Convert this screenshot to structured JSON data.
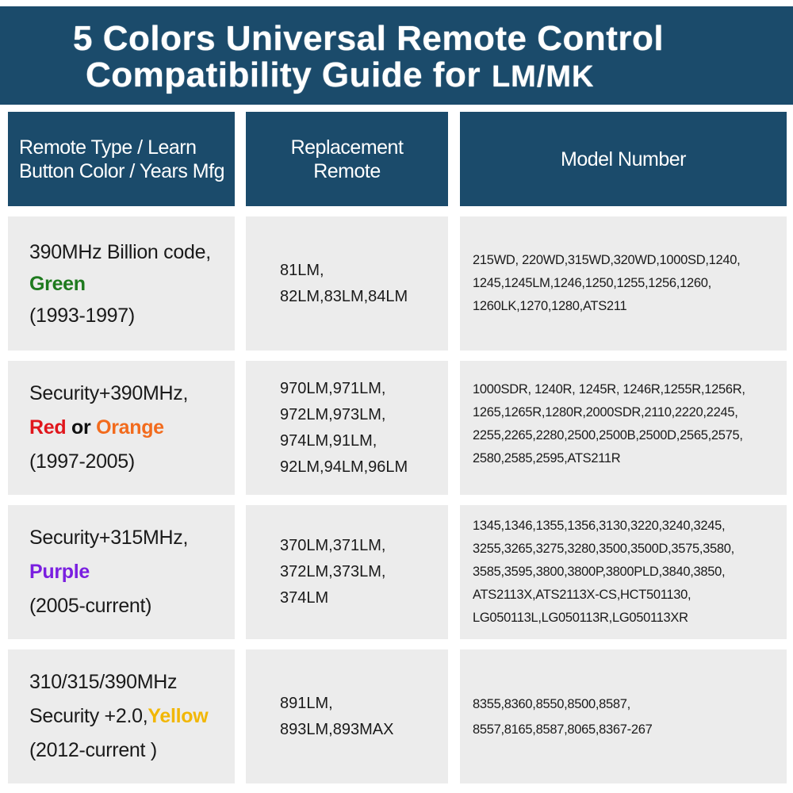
{
  "banner": {
    "line1": "5 Colors Universal Remote Control",
    "line2": "Compatibility Guide for",
    "brand": "LM/MK"
  },
  "table": {
    "headers": {
      "type_line1": "Remote Type / Learn",
      "type_line2": "Button Color / Years Mfg",
      "replacement_line1": "Replacement",
      "replacement_line2": "Remote",
      "model": "Model Number"
    },
    "colors": {
      "header_bg": "#1b4b6b",
      "cell_bg": "#ececec",
      "green": "#1e7a1e",
      "red": "#e0161c",
      "orange": "#f26b1d",
      "purple": "#7a1fe0",
      "yellow": "#f2b705"
    },
    "rows": [
      {
        "type_line1": "390MHz Billion code,",
        "color_word": "Green",
        "years": "(1993-1997)",
        "replacement": [
          "81LM,",
          "82LM,83LM,84LM"
        ],
        "models": [
          "215WD, 220WD,315WD,320WD,1000SD,1240,",
          "1245,1245LM,1246,1250,1255,1256,1260,",
          "1260LK,1270,1280,ATS211"
        ]
      },
      {
        "type_line1": "Security+390MHz,",
        "color_word": "Red",
        "connector": "or",
        "color_word2": "Orange",
        "years": "(1997-2005)",
        "replacement": [
          "970LM,971LM,",
          "972LM,973LM,",
          "974LM,91LM,",
          "92LM,94LM,96LM"
        ],
        "models": [
          "1000SDR, 1240R, 1245R, 1246R,1255R,1256R,",
          "1265,1265R,1280R,2000SDR,2110,2220,2245,",
          "2255,2265,2280,2500,2500B,2500D,2565,2575,",
          "2580,2585,2595,ATS211R"
        ]
      },
      {
        "type_line1": "Security+315MHz,",
        "color_word": "Purple",
        "years": "(2005-current)",
        "replacement": [
          "370LM,371LM,",
          "372LM,373LM,",
          "374LM"
        ],
        "models": [
          "1345,1346,1355,1356,3130,3220,3240,3245,",
          "3255,3265,3275,3280,3500,3500D,3575,3580,",
          "3585,3595,3800,3800P,3800PLD,3840,3850,",
          "ATS2113X,ATS2113X-CS,HCT501130,",
          "LG050113L,LG050113R,LG050113XR"
        ]
      },
      {
        "type_line1": "310/315/390MHz",
        "type_line2_prefix": "Security +2.0,",
        "color_word": "Yellow",
        "years": "(2012-current )",
        "replacement": [
          "891LM,",
          "893LM,893MAX"
        ],
        "models": [
          "8355,8360,8550,8500,8587,",
          "8557,8165,8587,8065,8367-267"
        ]
      }
    ]
  }
}
